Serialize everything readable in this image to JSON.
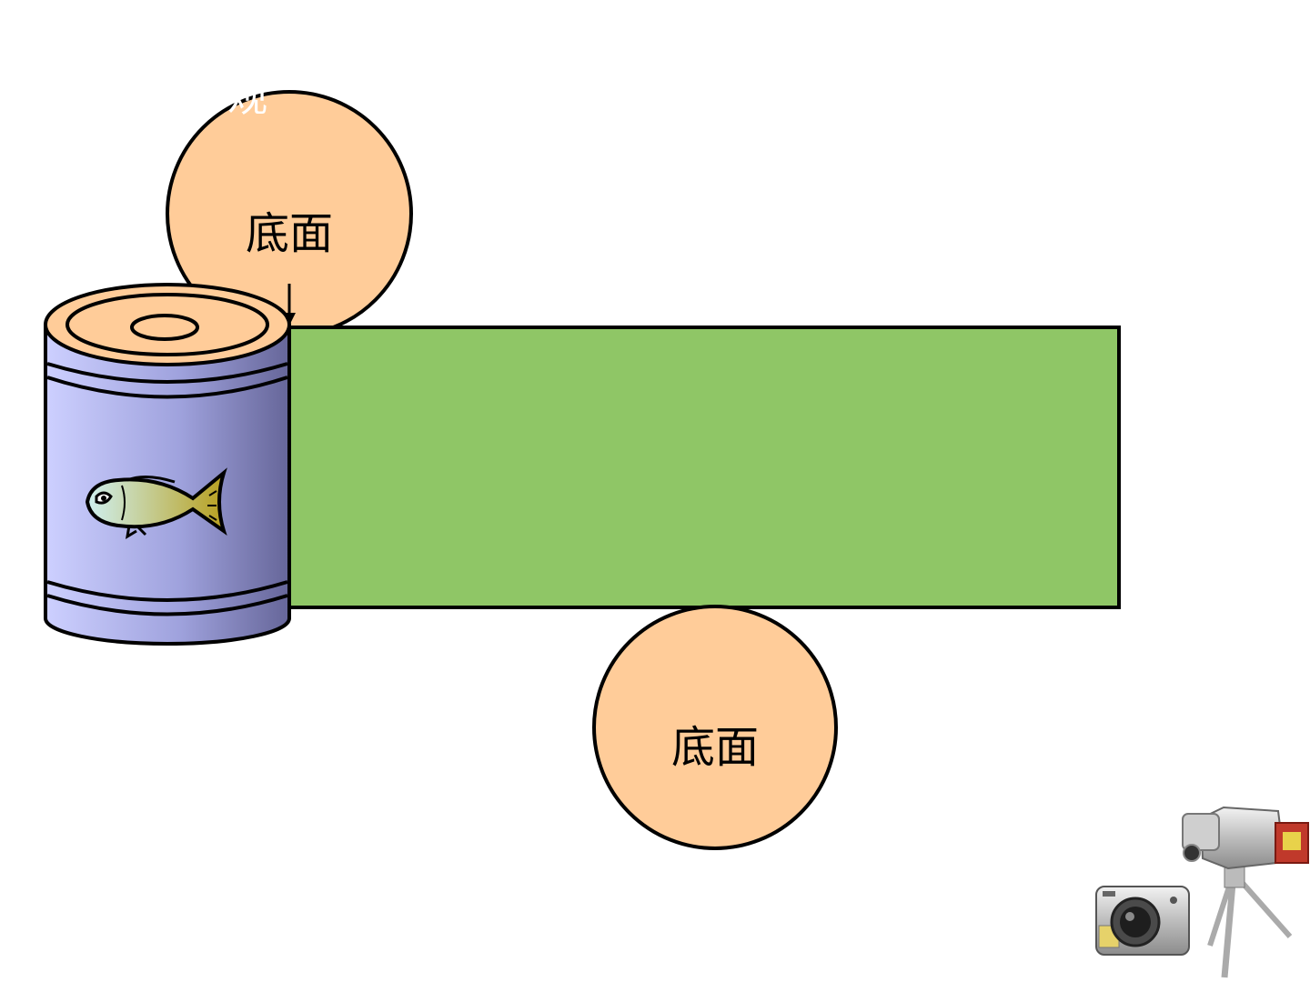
{
  "slide": {
    "title_fragment": "观   "
  },
  "labels": {
    "top_base": "底面",
    "bottom_base": "底面"
  },
  "colors": {
    "base_fill": "#FFCC99",
    "lateral_fill": "#8FC666",
    "can_body_light": "#CDD0FF",
    "can_body_dark": "#666699",
    "can_lid": "#FFCC99",
    "outline": "#000000"
  },
  "illustrations": {
    "can_icon": "fish-can",
    "camera_icon": "digital-camera",
    "camcorder_icon": "camcorder-on-tripod"
  }
}
